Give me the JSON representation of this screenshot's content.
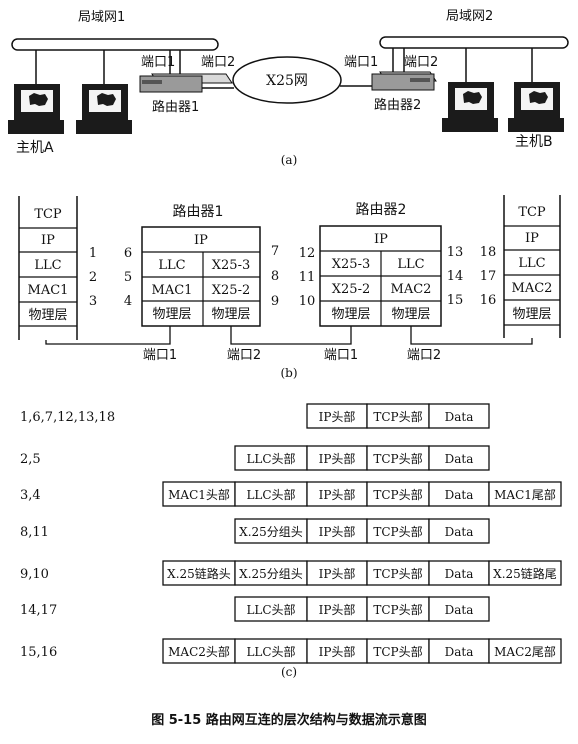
{
  "part_a": {
    "lan1": "局域网1",
    "lan2": "局域网2",
    "port1_left": "端口1",
    "port2_left": "端口2",
    "port1_right": "端口1",
    "port2_right": "端口2",
    "x25_network": "X25网",
    "router1": "路由器1",
    "router2": "路由器2",
    "host_a": "主机A",
    "host_b": "主机B",
    "caption": "(a)"
  },
  "part_b": {
    "host_a_stack": [
      "TCP",
      "IP",
      "LLC",
      "MAC1",
      "物理层"
    ],
    "host_b_stack": [
      "TCP",
      "IP",
      "LLC",
      "MAC2",
      "物理层"
    ],
    "router1": {
      "title": "路由器1",
      "ip": "IP",
      "left": [
        "LLC",
        "MAC1",
        "物理层"
      ],
      "right": [
        "X25-3",
        "X25-2",
        "物理层"
      ]
    },
    "router2": {
      "title": "路由器2",
      "ip": "IP",
      "left": [
        "X25-3",
        "X25-2",
        "物理层"
      ],
      "right": [
        "LLC",
        "MAC2",
        "物理层"
      ]
    },
    "nums_a": [
      "1",
      "2",
      "3"
    ],
    "nums_r1_left": [
      "6",
      "5",
      "4"
    ],
    "nums_r1_right": [
      "7",
      "8",
      "9"
    ],
    "nums_r2_left": [
      "12",
      "11",
      "10"
    ],
    "nums_r2_right": [
      "13",
      "14",
      "15"
    ],
    "nums_b": [
      "18",
      "17",
      "16"
    ],
    "ports": [
      "端口1",
      "端口2",
      "端口1",
      "端口2"
    ],
    "caption": "(b)"
  },
  "part_c": {
    "rows": [
      {
        "label": "1,6,7,12,13,18",
        "cells": [
          "IP头部",
          "TCP头部",
          "Data"
        ]
      },
      {
        "label": "2,5",
        "cells": [
          "LLC头部",
          "IP头部",
          "TCP头部",
          "Data"
        ]
      },
      {
        "label": "3,4",
        "cells": [
          "MAC1头部",
          "LLC头部",
          "IP头部",
          "TCP头部",
          "Data",
          "MAC1尾部"
        ]
      },
      {
        "label": "8,11",
        "cells": [
          "X.25分组头",
          "IP头部",
          "TCP头部",
          "Data"
        ]
      },
      {
        "label": "9,10",
        "cells": [
          "X.25链路头",
          "X.25分组头",
          "IP头部",
          "TCP头部",
          "Data",
          "X.25链路尾"
        ]
      },
      {
        "label": "14,17",
        "cells": [
          "LLC头部",
          "IP头部",
          "TCP头部",
          "Data"
        ]
      },
      {
        "label": "15,16",
        "cells": [
          "MAC2头部",
          "LLC头部",
          "IP头部",
          "TCP头部",
          "Data",
          "MAC2尾部"
        ]
      }
    ],
    "caption": "(c)"
  },
  "figure_caption": "图 5-15   路由网互连的层次结构与数据流示意图"
}
